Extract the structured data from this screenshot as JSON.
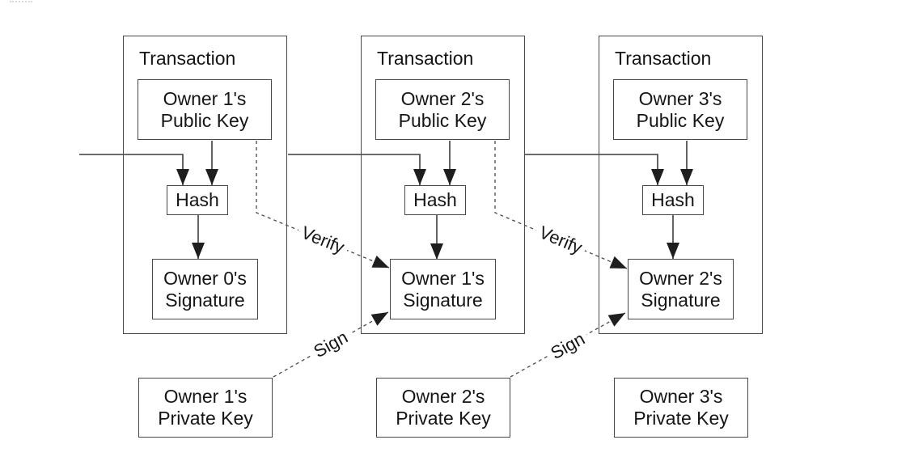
{
  "colors": {
    "background": "#ffffff",
    "line": "#3c3c3c",
    "text": "#151515"
  },
  "transactions": [
    {
      "title": "Transaction",
      "public_key": {
        "line1": "Owner 1's",
        "line2": "Public Key"
      },
      "hash_label": "Hash",
      "signature": {
        "line1": "Owner 0's",
        "line2": "Signature"
      }
    },
    {
      "title": "Transaction",
      "public_key": {
        "line1": "Owner 2's",
        "line2": "Public Key"
      },
      "hash_label": "Hash",
      "signature": {
        "line1": "Owner 1's",
        "line2": "Signature"
      }
    },
    {
      "title": "Transaction",
      "public_key": {
        "line1": "Owner 3's",
        "line2": "Public Key"
      },
      "hash_label": "Hash",
      "signature": {
        "line1": "Owner 2's",
        "line2": "Signature"
      }
    }
  ],
  "private_keys": [
    {
      "line1": "Owner 1's",
      "line2": "Private Key"
    },
    {
      "line1": "Owner 2's",
      "line2": "Private Key"
    },
    {
      "line1": "Owner 3's",
      "line2": "Private Key"
    }
  ],
  "arrow_labels": {
    "verify": "Verify",
    "sign": "Sign"
  }
}
